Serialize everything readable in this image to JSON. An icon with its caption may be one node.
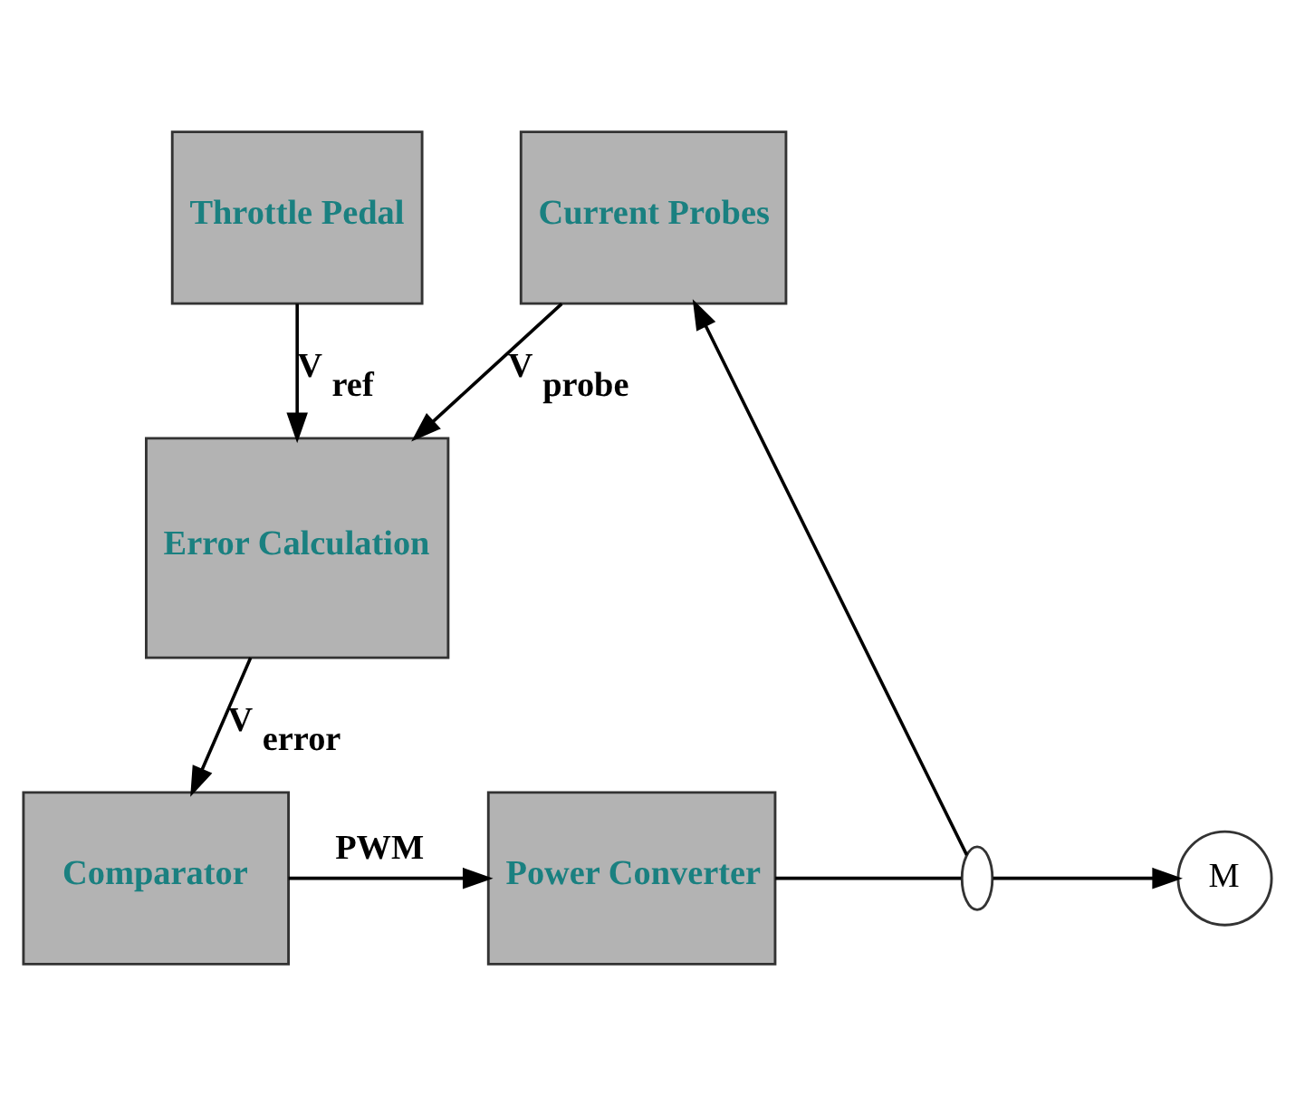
{
  "diagram": {
    "nodes": [
      {
        "text": [
          "Throttle Pedal"
        ]
      },
      {
        "text": [
          "Current Probes"
        ]
      },
      {
        "text": [
          "Error Calculation"
        ]
      },
      {
        "text": [
          "Comparator"
        ]
      },
      {
        "text": [
          "Power Converter"
        ]
      },
      {
        "text": [],
        "shape": "ellipse"
      },
      {
        "text": [
          "M"
        ]
      }
    ],
    "edges": [
      {
        "from": 0,
        "to": 2,
        "arrow": "to",
        "label": "V$_{ref}$"
      },
      {
        "from": 1,
        "to": 2,
        "arrow": "to",
        "label": "V$_{probe}$"
      },
      {
        "from": 2,
        "to": 3,
        "arrow": "to",
        "label": "V$_{error}$"
      },
      {
        "from": 3,
        "to": 4,
        "arrow": "to",
        "label": "PWM"
      },
      {
        "from": 4,
        "to": 5,
        "arrow": "none"
      },
      {
        "from": 5,
        "to": 6,
        "arrow": "to"
      },
      {
        "from": 5,
        "to": 1,
        "arrow": "to"
      }
    ]
  }
}
